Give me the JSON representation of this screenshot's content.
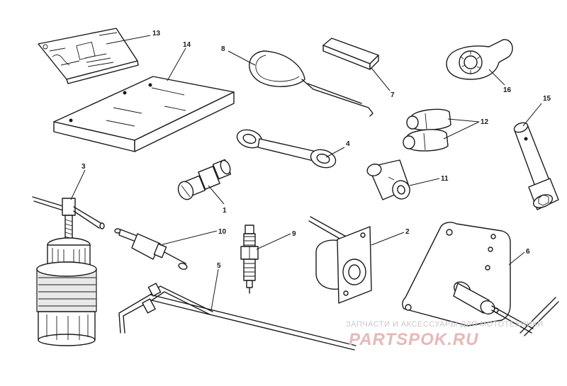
{
  "figure": {
    "callouts": [
      {
        "id": "1",
        "label": "1"
      },
      {
        "id": "2",
        "label": "2"
      },
      {
        "id": "3",
        "label": "3"
      },
      {
        "id": "4",
        "label": "4"
      },
      {
        "id": "5",
        "label": "5"
      },
      {
        "id": "6",
        "label": "6"
      },
      {
        "id": "7",
        "label": "7"
      },
      {
        "id": "8",
        "label": "8"
      },
      {
        "id": "9",
        "label": "9"
      },
      {
        "id": "10",
        "label": "10"
      },
      {
        "id": "11",
        "label": "11"
      },
      {
        "id": "12",
        "label": "12"
      },
      {
        "id": "13",
        "label": "13"
      },
      {
        "id": "14",
        "label": "14"
      },
      {
        "id": "15",
        "label": "15"
      },
      {
        "id": "16",
        "label": "16"
      }
    ]
  },
  "watermark": {
    "line1": "ЗАПЧАСТИ И АКСЕССУАРЫ ДЛЯ МОТОТЕХНИКИ",
    "brand": "PARTSPOK.RU"
  },
  "colors": {
    "ink": "#1a1a1a",
    "background": "#ffffff",
    "watermark_text": "#c8c8c8",
    "watermark_brand": "#e7b8b8"
  }
}
